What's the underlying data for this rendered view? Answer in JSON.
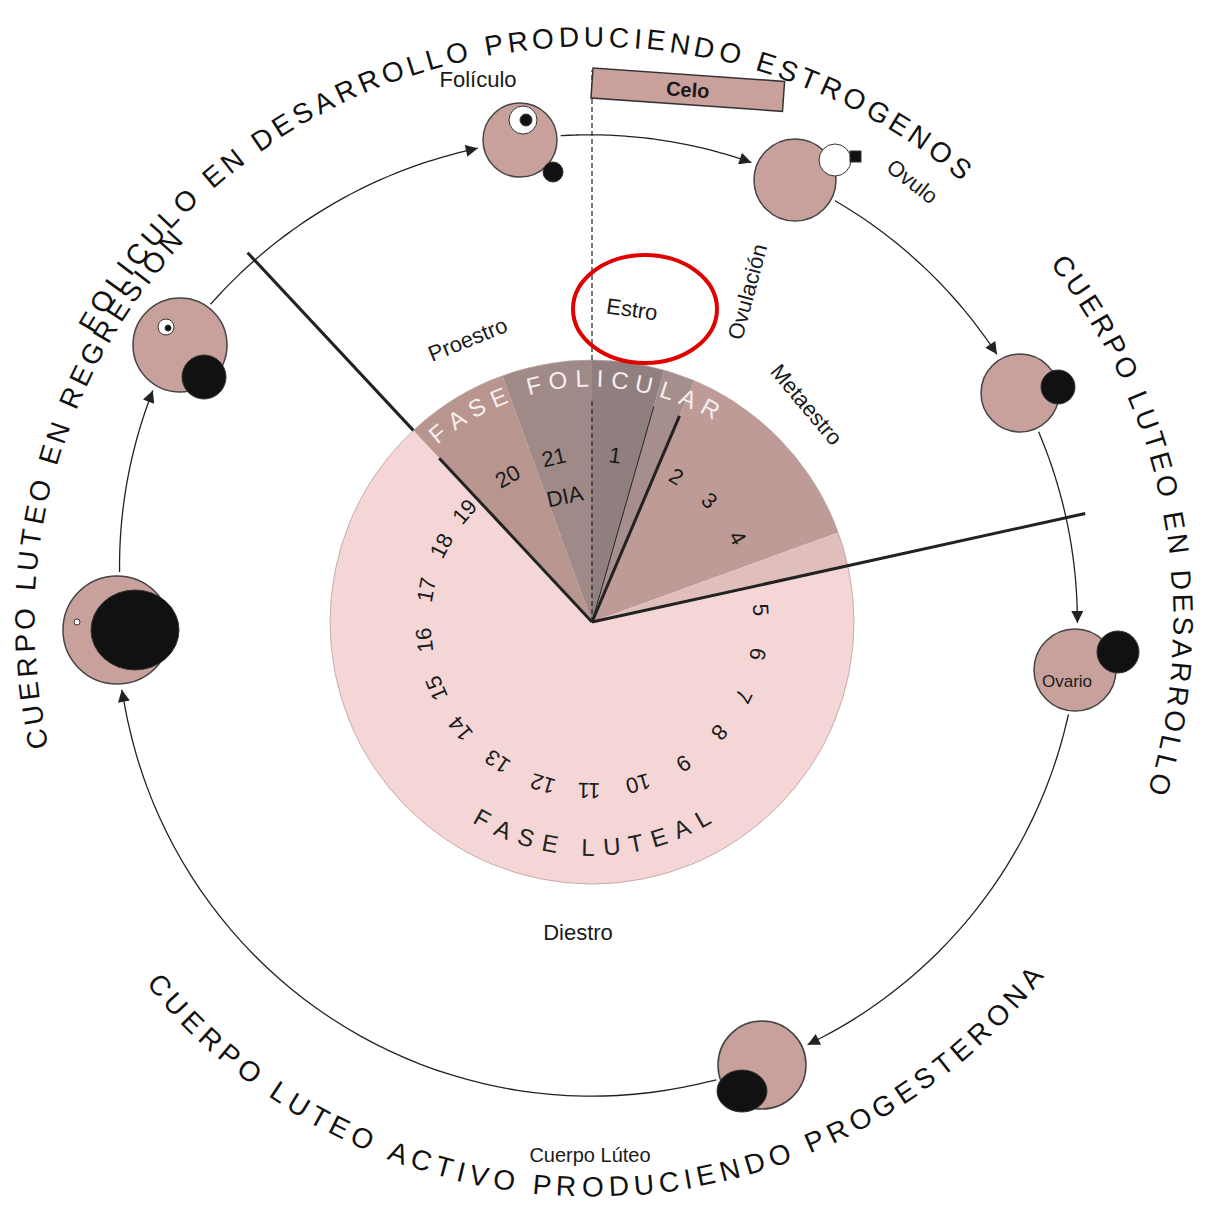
{
  "diagram": {
    "nodes": [
      {
        "text": [
          "Folículo"
        ]
      },
      {
        "text": [
          "Ovulo"
        ]
      },
      {
        "text": []
      },
      {
        "text": [
          "Ovario"
        ]
      },
      {
        "text": [
          "Cuerpo Lúteo"
        ]
      },
      {
        "text": []
      },
      {
        "text": []
      },
      {
        "text": [
          "Celo"
        ]
      },
      {
        "text": [
          "Estro"
        ]
      }
    ],
    "edges": [
      {
        "from": 6,
        "to": 0,
        "arrow": "to"
      },
      {
        "from": 0,
        "to": 1,
        "arrow": "to"
      },
      {
        "from": 1,
        "to": 2,
        "arrow": "to"
      },
      {
        "from": 2,
        "to": 3,
        "arrow": "to"
      },
      {
        "from": 3,
        "to": 4,
        "arrow": "to"
      },
      {
        "from": 4,
        "to": 5,
        "arrow": "to"
      },
      {
        "from": 5,
        "to": 6,
        "arrow": "to"
      }
    ],
    "labels": [
      "FOLICULO EN DESARROLLO PRODUCIENDO ESTROGENOS",
      "CUERPO LUTEO EN DESARROLLO",
      "CUERPO LUTEO ACTIVO PRODUCIENDO PROGESTERONA",
      "CUERPO LUTEO EN REGRESION",
      "FASE FOLICULAR",
      "FASE LUTEAL",
      "Proestro",
      "Ovulación",
      "Metaestro",
      "Diestro",
      "DIA",
      "1",
      "2",
      "3",
      "4",
      "5",
      "6",
      "7",
      "8",
      "9",
      "10",
      "11",
      "12",
      "13",
      "14",
      "15",
      "16",
      "17",
      "18",
      "19",
      "20",
      "21"
    ]
  }
}
